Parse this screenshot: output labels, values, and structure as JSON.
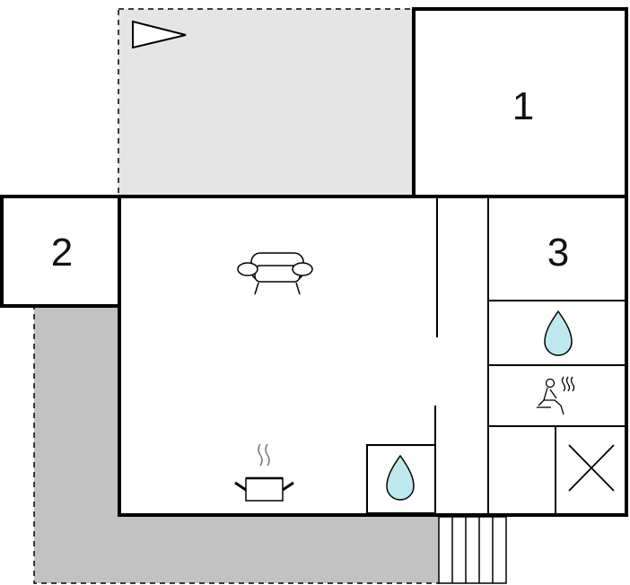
{
  "floorplan": {
    "rooms": [
      {
        "label": "1"
      },
      {
        "label": "2"
      },
      {
        "label": "3"
      }
    ],
    "icons": {
      "sofa": "sofa-icon",
      "cooking_pot": "cooking-pot-icon",
      "water_drop_bath": "water-drop-icon",
      "water_drop_kitchen": "water-drop-icon",
      "sauna": "sauna-icon",
      "compass": "direction-triangle-icon",
      "cross": "cross-icon"
    },
    "colors": {
      "wall": "#000000",
      "terrace_light": "#e5e5e5",
      "terrace_dark": "#c2c2c2",
      "water": "#bde8ee"
    }
  }
}
